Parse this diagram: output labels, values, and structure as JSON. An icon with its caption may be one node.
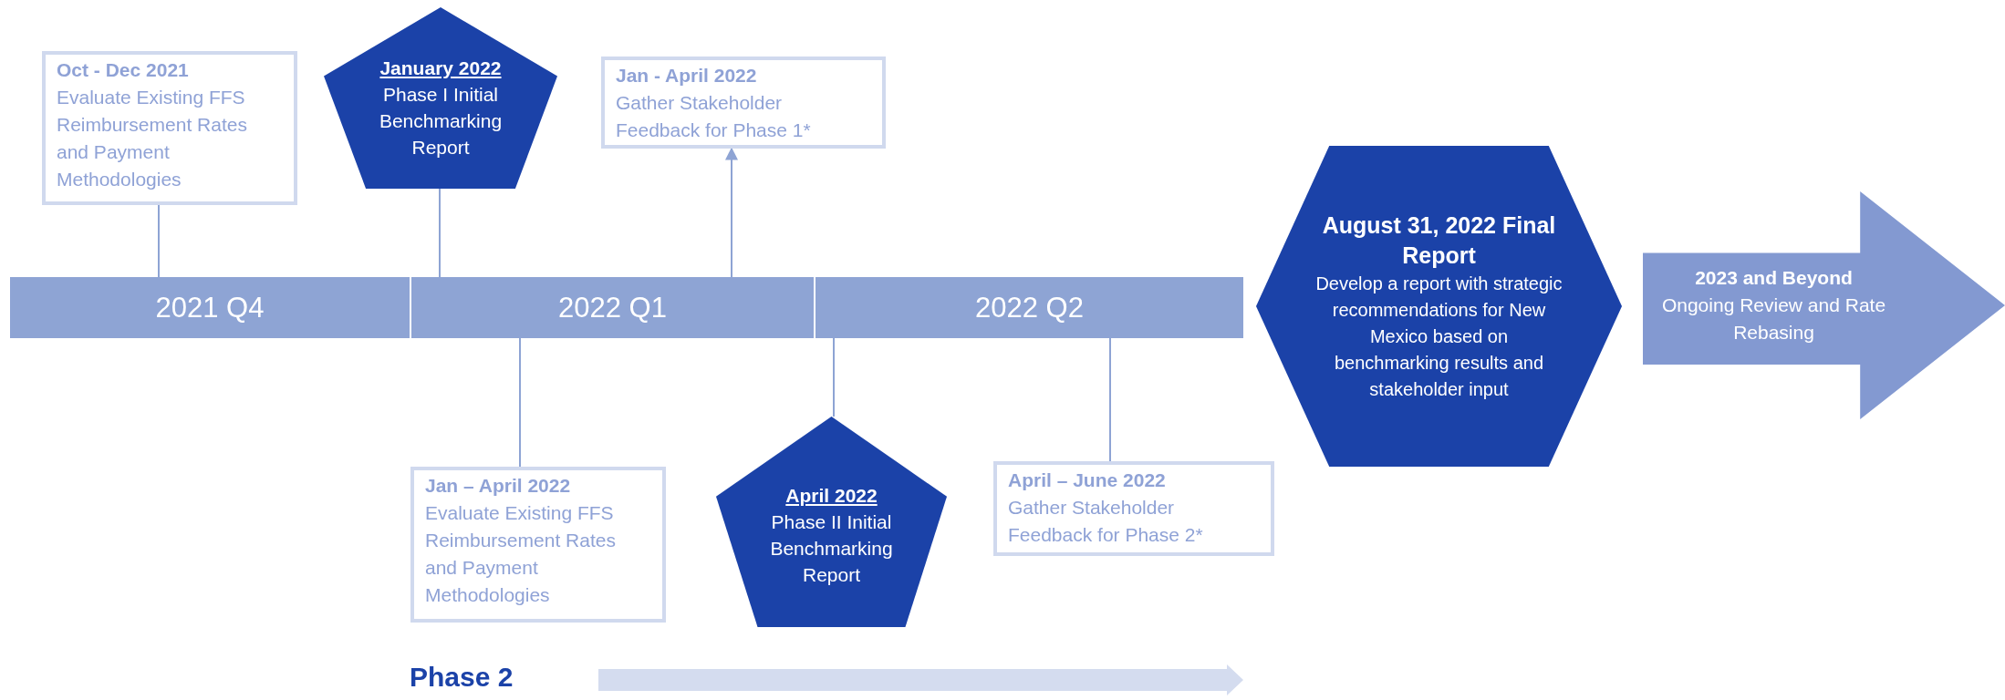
{
  "diagram": {
    "nodes": [
      {
        "text": [
          "Oct - Dec 2021",
          "Evaluate Existing FFS Reimbursement Rates and Payment Methodologies"
        ]
      },
      {
        "text": [
          "January 2022",
          "Phase I Initial Benchmarking Report"
        ]
      },
      {
        "text": [
          "Jan - April 2022",
          "Gather Stakeholder Feedback for Phase 1*"
        ]
      },
      {
        "text": [
          "2021 Q4"
        ]
      },
      {
        "text": [
          "2022 Q1"
        ]
      },
      {
        "text": [
          "2022 Q2"
        ]
      },
      {
        "text": [
          "August 31, 2022 Final Report",
          "Develop a report with strategic recommendations for New Mexico based on benchmarking results and stakeholder input"
        ]
      },
      {
        "text": [
          "2023 and Beyond",
          "Ongoing Review and Rate Rebasing"
        ]
      },
      {
        "text": [
          "Jan – April 2022",
          "Evaluate Existing FFS Reimbursement Rates and Payment Methodologies"
        ]
      },
      {
        "text": [
          "April 2022",
          "Phase II Initial Benchmarking Report"
        ]
      },
      {
        "text": [
          "April – June 2022",
          "Gather Stakeholder Feedback for Phase 2*"
        ]
      }
    ],
    "edges": [
      {
        "from": 0,
        "to": 3,
        "arrow": "none"
      },
      {
        "from": 1,
        "to": 4,
        "arrow": "none"
      },
      {
        "from": 4,
        "to": 2,
        "arrow": "to"
      },
      {
        "from": 8,
        "to": 4,
        "arrow": "none"
      },
      {
        "from": 9,
        "to": 5,
        "arrow": "none"
      },
      {
        "from": 10,
        "to": 5,
        "arrow": "none"
      }
    ],
    "labels": [
      "Phase 2"
    ]
  }
}
